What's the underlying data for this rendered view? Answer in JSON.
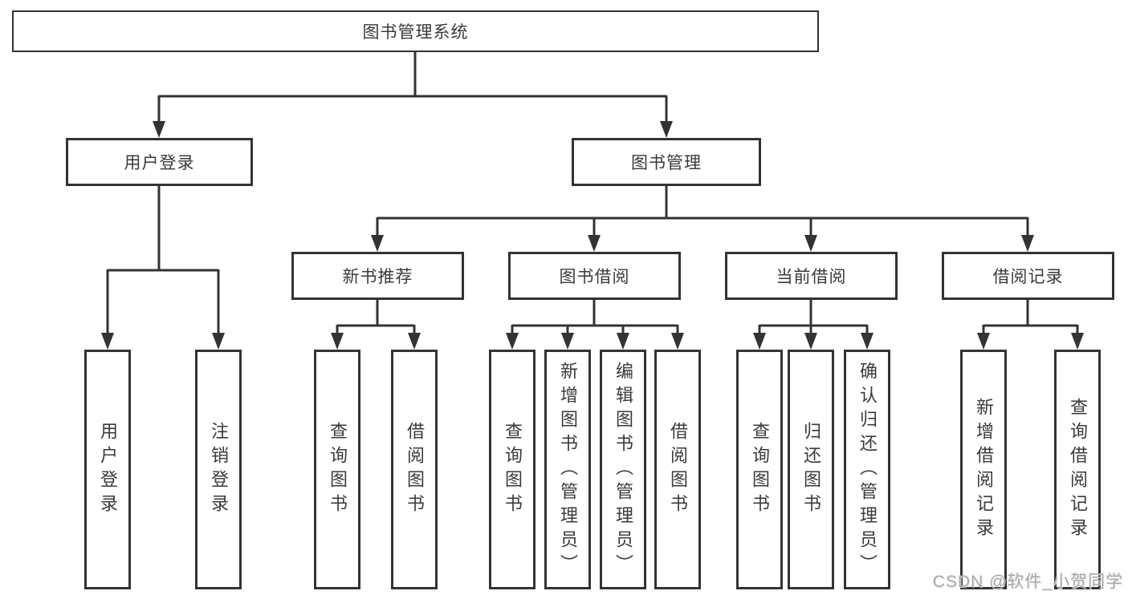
{
  "tree": {
    "label": "图书管理系统",
    "children": [
      {
        "label": "用户登录",
        "children": [
          {
            "label": "用户登录"
          },
          {
            "label": "注销登录"
          }
        ]
      },
      {
        "label": "图书管理",
        "children": [
          {
            "label": "新书推荐",
            "children": [
              {
                "label": "查询图书"
              },
              {
                "label": "借阅图书"
              }
            ]
          },
          {
            "label": "图书借阅",
            "children": [
              {
                "label": "查询图书"
              },
              {
                "label": "新增图书（管理员）"
              },
              {
                "label": "编辑图书（管理员）"
              },
              {
                "label": "借阅图书"
              }
            ]
          },
          {
            "label": "当前借阅",
            "children": [
              {
                "label": "查询图书"
              },
              {
                "label": "归还图书"
              },
              {
                "label": "确认归还（管理员）"
              }
            ]
          },
          {
            "label": "借阅记录",
            "children": [
              {
                "label": "新增借阅记录"
              },
              {
                "label": "查询借阅记录"
              }
            ]
          }
        ]
      }
    ]
  },
  "watermark": {
    "text": "CSDN @软件_小贺同学"
  },
  "colors": {
    "line": "#333333",
    "box_border": "#333333",
    "text": "#3a3a3a",
    "background": "#ffffff",
    "watermark": "#a9a9a9"
  }
}
